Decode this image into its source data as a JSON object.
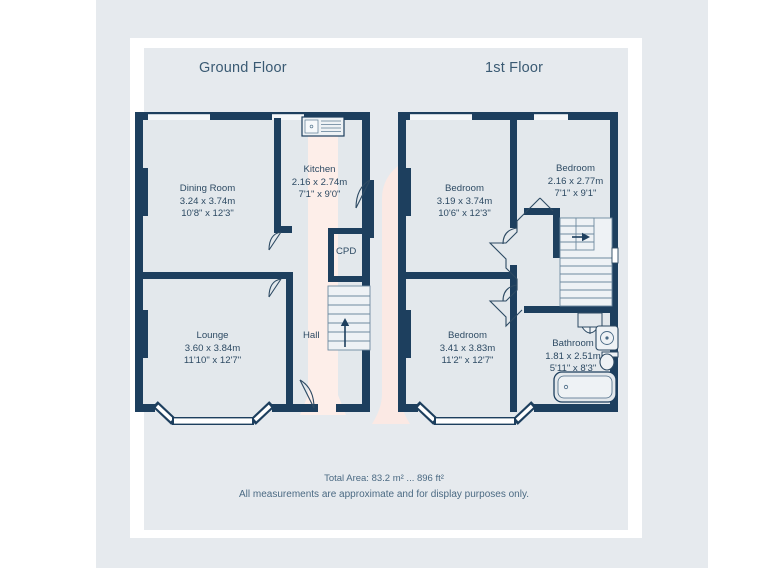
{
  "document": {
    "kind": "floor-plan",
    "accent_wall_color": "#1d3f5e",
    "room_fill_color": "#e3e8ec",
    "sheet_bg_color": "#e6eaee",
    "watermark_color": "#fbe9e4",
    "text_color": "#2d4a63"
  },
  "floors": [
    {
      "id": "ground",
      "title": "Ground Floor",
      "rooms": [
        {
          "name": "Dining Room",
          "metric": "3.24 x 3.74m",
          "imperial": "10'8\" x 12'3\""
        },
        {
          "name": "Kitchen",
          "metric": "2.16 x 2.74m",
          "imperial": "7'1\" x 9'0\""
        },
        {
          "name": "Lounge",
          "metric": "3.60 x 3.84m",
          "imperial": "11'10\" x 12'7\""
        }
      ],
      "areas": [
        {
          "name": "CPD"
        },
        {
          "name": "Hall"
        }
      ]
    },
    {
      "id": "first",
      "title": "1st Floor",
      "rooms": [
        {
          "name": "Bedroom",
          "metric": "3.19 x 3.74m",
          "imperial": "10'6\" x 12'3\""
        },
        {
          "name": "Bedroom",
          "metric": "2.16 x 2.77m",
          "imperial": "7'1\" x 9'1\""
        },
        {
          "name": "Bedroom",
          "metric": "3.41 x 3.83m",
          "imperial": "11'2\" x 12'7\""
        },
        {
          "name": "Bathroom",
          "metric": "1.81 x 2.51m",
          "imperial": "5'11\" x 8'3\""
        }
      ],
      "areas": []
    }
  ],
  "footer": {
    "total_area": "Total Area: 83.2 m² ... 896 ft²",
    "disclaimer": "All measurements are approximate and for display purposes only."
  }
}
